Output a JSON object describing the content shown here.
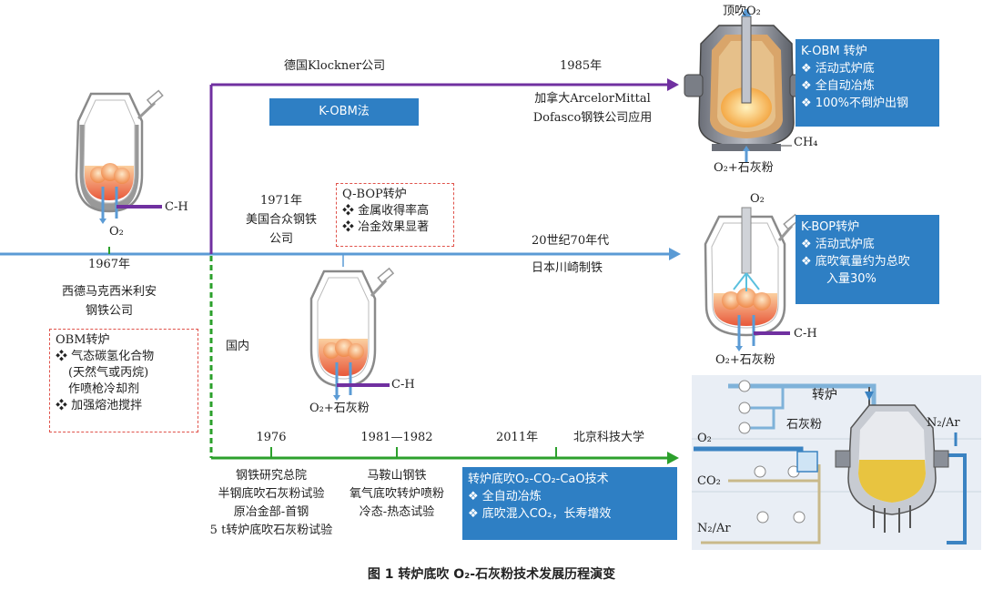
{
  "timeline": {
    "main_year": "1967年",
    "main_company_line1": "西德马克西米利安",
    "main_company_line2": "钢铁公司",
    "obm_box": {
      "title": "OBM转炉",
      "items": [
        "气态碳氢化合物",
        "(天然气或丙烷)",
        "作喷枪冷却剂",
        "加强熔池搅拌"
      ]
    },
    "furnace1_label_ch": "C-H",
    "furnace1_label_o2": "O₂"
  },
  "kobm": {
    "company": "德国Klockner公司",
    "method_label": "K-OBM法",
    "year": "1985年",
    "app_line1": "加拿大ArcelorMittal",
    "app_line2": "Dofasco钢铁公司应用",
    "top_label": "顶吹O₂",
    "ch4_label": "CH₄",
    "bottom_label": "O₂+石灰粉",
    "box_title": "K-OBM 转炉",
    "box_items": [
      "活动式炉底",
      "全自动冶炼",
      "100%不倒炉出钢"
    ]
  },
  "qbop": {
    "year": "1971年",
    "company_line1": "美国合众钢铁",
    "company_line2": "公司",
    "box_title": "Q-BOP转炉",
    "box_items": [
      "金属收得率高",
      "冶金效果显著"
    ],
    "ch_label": "C-H",
    "bottom_label": "O₂+石灰粉"
  },
  "kbop": {
    "era": "20世纪70年代",
    "company": "日本川崎制铁",
    "top_label": "O₂",
    "ch_label": "C-H",
    "bottom_label": "O₂+石灰粉",
    "box_title": "K-BOP转炉",
    "box_items": [
      "活动式炉底",
      "底吹氧量约为总吹"
    ],
    "box_item_cont": "入量30%"
  },
  "domestic": {
    "label": "国内",
    "year1976": "1976",
    "text1976": [
      "钢铁研究总院",
      "半钢底吹石灰粉试验",
      "原冶金部-首钢",
      "5 t转炉底吹石灰粉试验"
    ],
    "year1981": "1981—1982",
    "text1981": [
      "马鞍山钢铁",
      "氧气底吹转炉喷粉",
      "冷态-热态试验"
    ],
    "year2011": "2011年",
    "ustb": "北京科技大学",
    "box_title": "转炉底吹O₂-CO₂-CaO技术",
    "box_items": [
      "全自动冶炼",
      "底吹混入CO₂，长寿增效"
    ]
  },
  "schematic": {
    "furnace_label": "转炉",
    "lime_label": "石灰粉",
    "n2ar_right": "N₂/Ar",
    "o2_label": "O₂",
    "co2_label": "CO₂",
    "n2ar_left": "N₂/Ar"
  },
  "caption": "图 1   转炉底吹 O₂-石灰粉技术发展历程演变",
  "colors": {
    "blue_line": "#5b9bd5",
    "purple_line": "#7030a0",
    "green_line": "#2ca02c",
    "box_blue": "#2e7fc4",
    "red_dash": "#e0524a"
  }
}
